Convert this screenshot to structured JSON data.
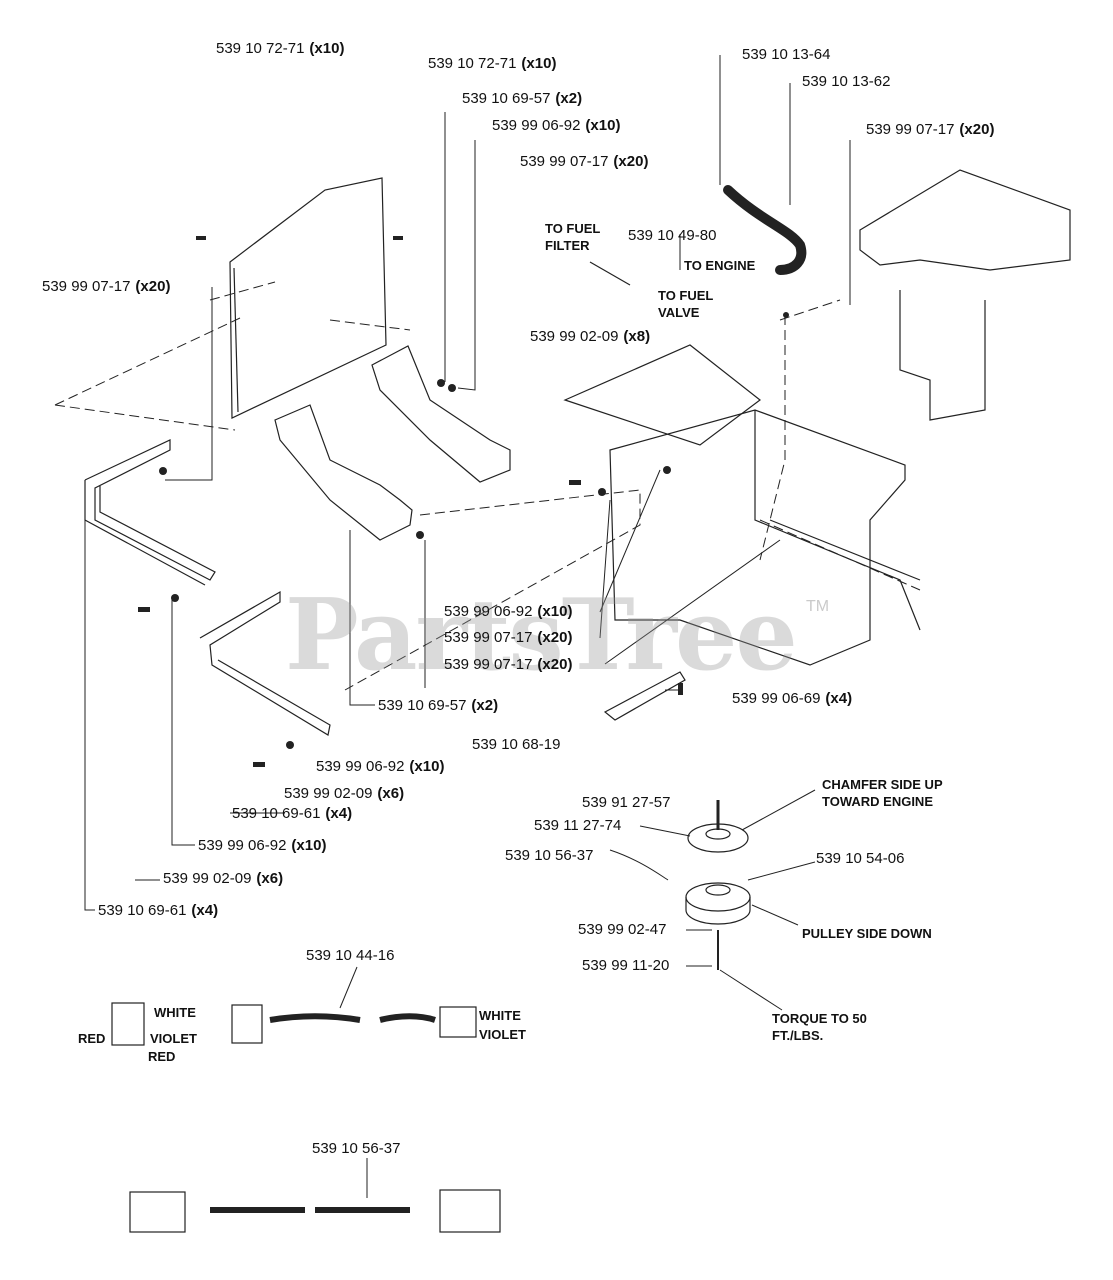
{
  "watermark": {
    "text": "PartsTree",
    "trademark": "TM"
  },
  "callouts": {
    "c01": {
      "part": "539 10 72-71",
      "qty": "(x10)"
    },
    "c02": {
      "part": "539 10 72-71",
      "qty": "(x10)"
    },
    "c03": {
      "part": "539 10 69-57",
      "qty": "(x2)"
    },
    "c04": {
      "part": "539 99 06-92",
      "qty": "(x10)"
    },
    "c05": {
      "part": "539 99 07-17",
      "qty": "(x20)"
    },
    "c06": {
      "part": "539 10 13-64",
      "qty": ""
    },
    "c07": {
      "part": "539 10 13-62",
      "qty": ""
    },
    "c08": {
      "part": "539 99 07-17",
      "qty": "(x20)"
    },
    "c09": {
      "part": "539 10 49-80",
      "qty": ""
    },
    "c10": {
      "part": "539 99 07-17",
      "qty": "(x20)"
    },
    "c11": {
      "part": "539 99 02-09",
      "qty": "(x8)"
    },
    "c12": {
      "part": "539 99 06-92",
      "qty": "(x10)"
    },
    "c13": {
      "part": "539 99 07-17",
      "qty": "(x20)"
    },
    "c14": {
      "part": "539 99 07-17",
      "qty": "(x20)"
    },
    "c15": {
      "part": "539 99 06-69",
      "qty": "(x4)"
    },
    "c16": {
      "part": "539 10 69-57",
      "qty": "(x2)"
    },
    "c17": {
      "part": "539 10 68-19",
      "qty": ""
    },
    "c18": {
      "part": "539 99 06-92",
      "qty": "(x10)"
    },
    "c19": {
      "part": "539 99 02-09",
      "qty": "(x6)"
    },
    "c20": {
      "part": "539 10 69-61",
      "qty": "(x4)"
    },
    "c21": {
      "part": "539 99 06-92",
      "qty": "(x10)"
    },
    "c22": {
      "part": "539 99 02-09",
      "qty": "(x6)"
    },
    "c23": {
      "part": "539 10 69-61",
      "qty": "(x4)"
    },
    "c24": {
      "part": "539 91 27-57",
      "qty": ""
    },
    "c25": {
      "part": "539 11 27-74",
      "qty": ""
    },
    "c26": {
      "part": "539 10 56-37",
      "qty": ""
    },
    "c27": {
      "part": "539 10 54-06",
      "qty": ""
    },
    "c28": {
      "part": "539 99 02-47",
      "qty": ""
    },
    "c29": {
      "part": "539 99 11-20",
      "qty": ""
    },
    "c30": {
      "part": "539 10 44-16",
      "qty": ""
    },
    "c31": {
      "part": "539 10 56-37",
      "qty": ""
    }
  },
  "notes": {
    "to_fuel_filter": "TO FUEL FILTER",
    "to_engine": "TO ENGINE",
    "to_fuel_valve": "TO FUEL VALVE",
    "chamfer": "CHAMFER SIDE UP TOWARD ENGINE",
    "pulley_side": "PULLEY SIDE DOWN",
    "torque": "TORQUE TO 50 FT./LBS.",
    "wire_white_left": "WHITE",
    "wire_violet_left": "VIOLET",
    "wire_red_left": "RED",
    "wire_red_left2": "RED",
    "wire_white_right": "WHITE",
    "wire_violet_right": "VIOLET"
  }
}
